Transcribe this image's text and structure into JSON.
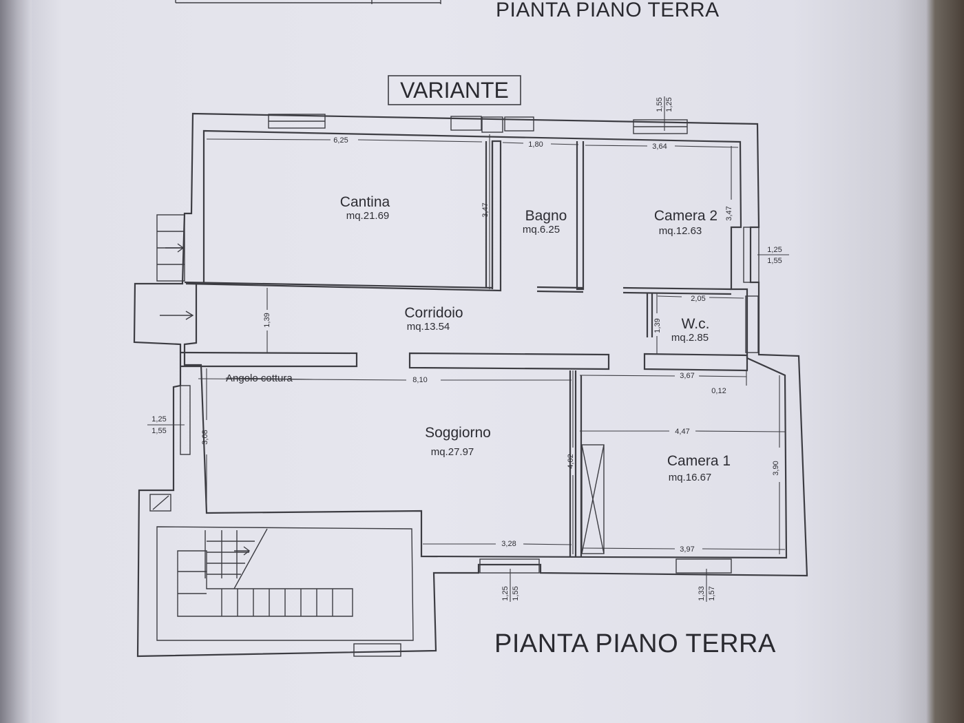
{
  "header_cut_title": "PIANTA PIANO TERRA",
  "variant_label": "VARIANTE",
  "plan_title": "PIANTA PIANO TERRA",
  "rooms": [
    {
      "name": "Cantina",
      "area": "mq.21.69"
    },
    {
      "name": "Bagno",
      "area": "mq.6.25"
    },
    {
      "name": "Camera 2",
      "area": "mq.12.63"
    },
    {
      "name": "Corridoio",
      "area": "mq.13.54"
    },
    {
      "name": "W.c.",
      "area": "mq.2.85"
    },
    {
      "name": "Soggiorno",
      "area": "mq.27.97"
    },
    {
      "name": "Camera 1",
      "area": "mq.16.67"
    }
  ],
  "kitchen_corner_label": "Angolo cottura",
  "dimensions": {
    "cantina_width": "6,25",
    "cantina_depth": "3,47",
    "bagno_width": "1,80",
    "camera2_width": "3,64",
    "camera2_depth": "3,47",
    "corridoio_depth": "1,39",
    "wc_width": "2,05",
    "wc_depth": "1,39",
    "soggiorno_width": "8,10",
    "soggiorno_depth": "3,08",
    "soggiorno_lower_width": "3,28",
    "partition_depth": "4,02",
    "camera1_top": "3,67",
    "camera1_offset": "0,12",
    "camera1_width": "4,47",
    "camera1_depth": "3,90",
    "camera1_bottom": "3,97"
  },
  "window_heights": {
    "top_right_a": "1,25",
    "top_right_b": "1,55",
    "right_a": "1,25",
    "right_b": "1,55",
    "left_a": "1,25",
    "left_b": "1,55",
    "bottom_left_a": "1,25",
    "bottom_left_b": "1,55",
    "bottom_right_a": "1,33",
    "bottom_right_b": "1,57"
  }
}
